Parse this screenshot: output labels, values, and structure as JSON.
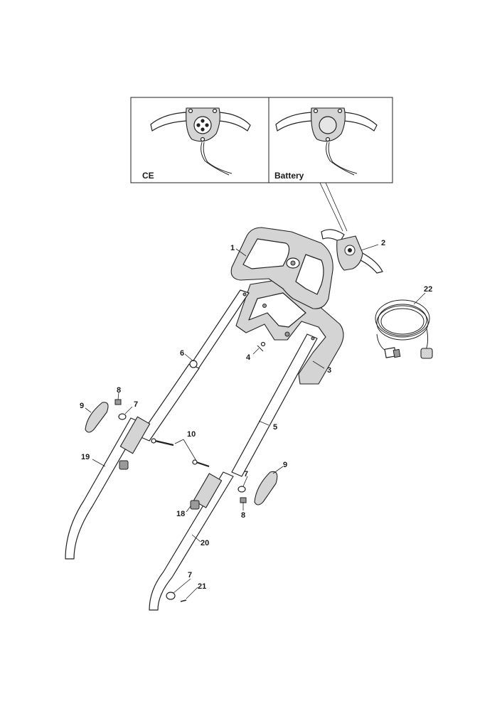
{
  "insets": {
    "left_label": "CE",
    "right_label": "Battery"
  },
  "callouts": {
    "p1": "1",
    "p2": "2",
    "p3": "3",
    "p4": "4",
    "p5": "5",
    "p6": "6",
    "p7a": "7",
    "p7b": "7",
    "p7c": "7",
    "p8a": "8",
    "p8b": "8",
    "p9a": "9",
    "p9b": "9",
    "p10": "10",
    "p18": "18",
    "p19": "19",
    "p20": "20",
    "p21": "21",
    "p22": "22"
  }
}
